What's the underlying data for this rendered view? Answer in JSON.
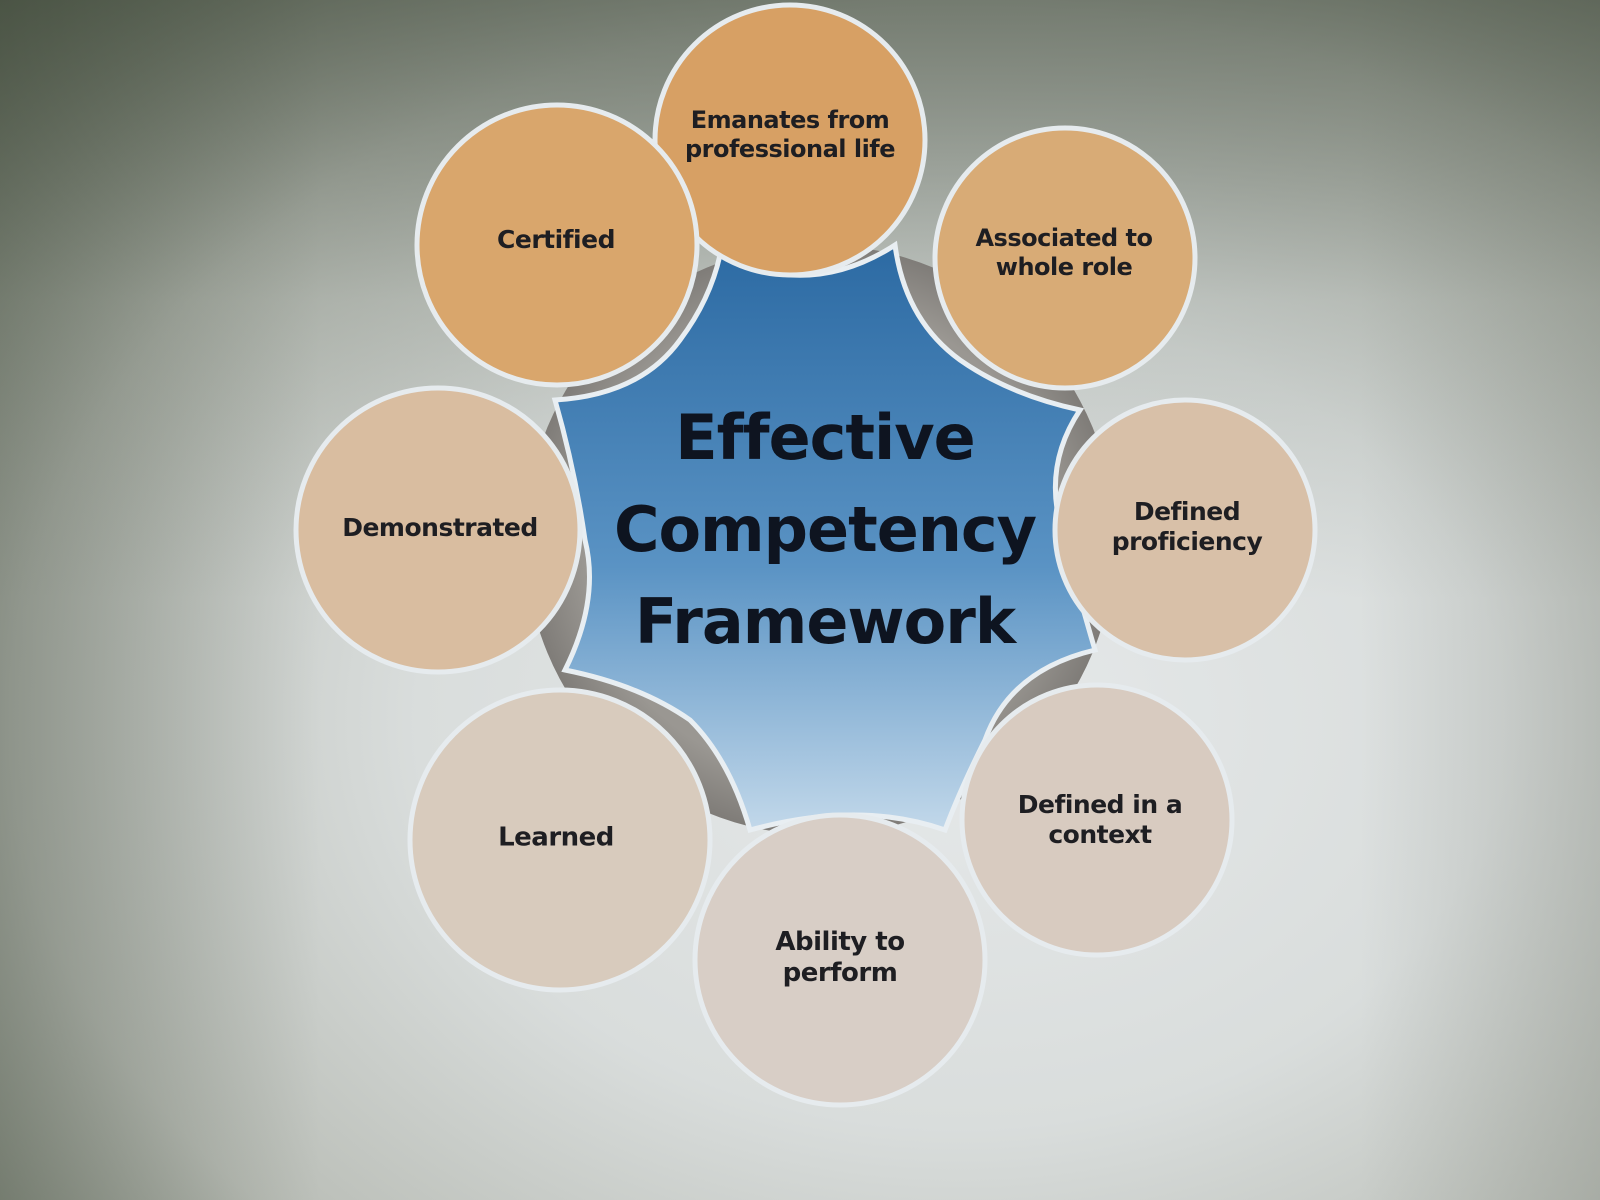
{
  "diagram": {
    "title": "Effective Competency Framework",
    "title_lines": [
      "Effective",
      "Competency",
      "Framework"
    ],
    "center_shape": "blue-star",
    "colors": {
      "center_blue_top": "#2f6fa6",
      "center_blue_bottom": "#b7d2e6",
      "ring_gray": "#8f8c88",
      "petal_orange": "#d9a46a",
      "petal_beige": "#d9c8b8",
      "text": "#1e1e22"
    },
    "nodes": [
      {
        "id": "emanates",
        "lines": [
          "Emanates from",
          "professional life"
        ],
        "color": "#d7a064"
      },
      {
        "id": "certified",
        "lines": [
          "Certified"
        ],
        "color": "#d9a66c"
      },
      {
        "id": "associated",
        "lines": [
          "Associated to",
          "whole role"
        ],
        "color": "#d8ab76"
      },
      {
        "id": "demonstrated",
        "lines": [
          "Demonstrated"
        ],
        "color": "#d9bda0"
      },
      {
        "id": "defined-proficiency",
        "lines": [
          "Defined",
          "proficiency"
        ],
        "color": "#d8c0a8"
      },
      {
        "id": "learned",
        "lines": [
          "Learned"
        ],
        "color": "#d8cbbd"
      },
      {
        "id": "defined-context",
        "lines": [
          "Defined in a",
          "context"
        ],
        "color": "#d8cbc0"
      },
      {
        "id": "ability",
        "lines": [
          "Ability to",
          "perform"
        ],
        "color": "#d8cec6"
      }
    ]
  }
}
